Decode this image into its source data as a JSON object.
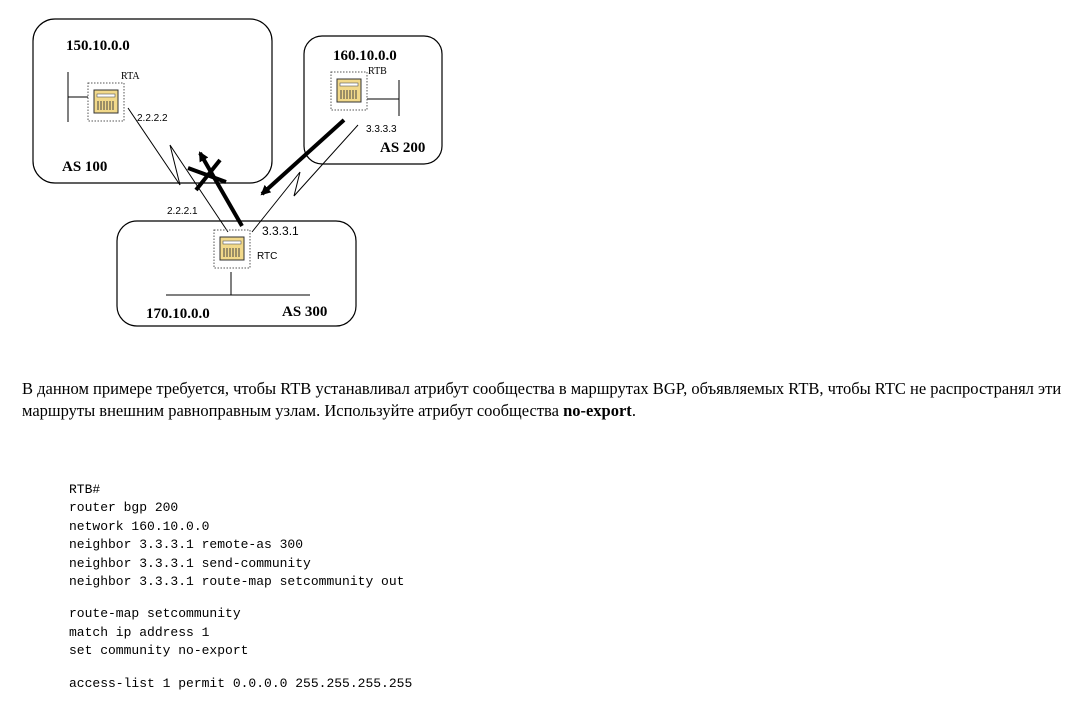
{
  "diagram": {
    "as100": {
      "network": "150.10.0.0",
      "label": "AS 100"
    },
    "as200": {
      "network": "160.10.0.0",
      "label": "AS 200"
    },
    "as300": {
      "network": "170.10.0.0",
      "label": "AS 300"
    },
    "routers": {
      "rta": {
        "name": "RTA",
        "ip": "2.2.2.2"
      },
      "rtb": {
        "name": "RTB",
        "ip": "3.3.3.3"
      },
      "rtc": {
        "name": "RTC",
        "ip_left": "2.2.2.1",
        "ip_right": "3.3.3.1"
      }
    }
  },
  "description": {
    "text_before": "В данном примере требуется, чтобы RTB устанавливал атрибут сообщества в маршрутах BGP, объявляемых RTB, чтобы RTC не распространял эти маршруты внешним равноправным узлам. Используйте атрибут сообщества ",
    "keyword": "no-export",
    "text_after": "."
  },
  "config": {
    "block1": [
      "RTB#",
      "router bgp 200",
      "network 160.10.0.0",
      "neighbor 3.3.3.1 remote-as 300",
      "neighbor 3.3.3.1 send-community",
      "neighbor 3.3.3.1 route-map setcommunity out"
    ],
    "block2": [
      "route-map setcommunity",
      "match ip address 1",
      "set community no-export"
    ],
    "block3": [
      "access-list 1 permit 0.0.0.0 255.255.255.255"
    ]
  }
}
